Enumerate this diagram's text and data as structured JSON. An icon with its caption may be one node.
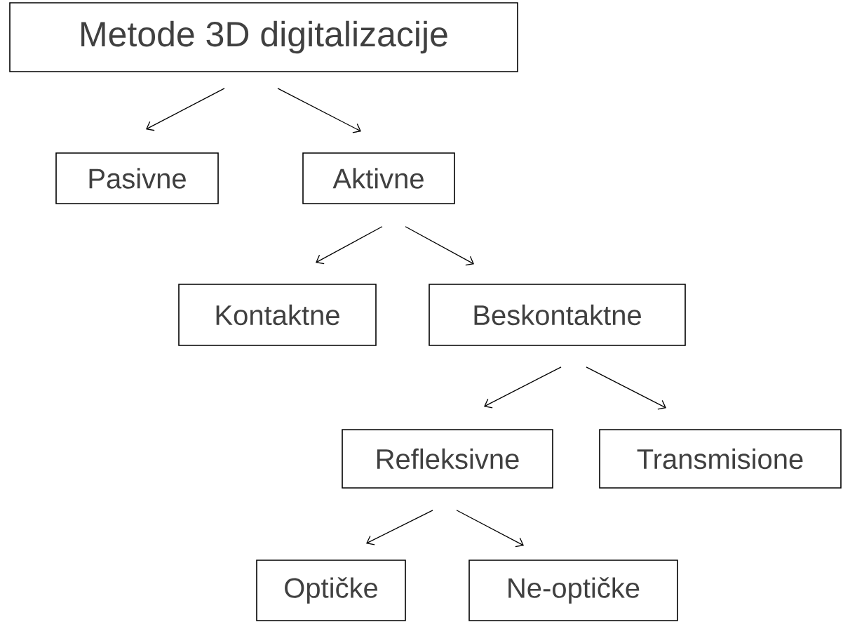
{
  "diagram": {
    "nodes": [
      {
        "text": [
          "Metode 3D digitalizacije"
        ]
      },
      {
        "text": [
          "Pasivne"
        ]
      },
      {
        "text": [
          "Aktivne"
        ]
      },
      {
        "text": [
          "Kontaktne"
        ]
      },
      {
        "text": [
          "Beskontaktne"
        ]
      },
      {
        "text": [
          "Refleksivne"
        ]
      },
      {
        "text": [
          "Transmisione"
        ]
      },
      {
        "text": [
          "Optičke"
        ]
      },
      {
        "text": [
          "Ne-optičke"
        ]
      }
    ],
    "edges": [
      {
        "from": 0,
        "to": 1,
        "arrow": "to"
      },
      {
        "from": 0,
        "to": 2,
        "arrow": "to"
      },
      {
        "from": 2,
        "to": 3,
        "arrow": "to"
      },
      {
        "from": 2,
        "to": 4,
        "arrow": "to"
      },
      {
        "from": 4,
        "to": 5,
        "arrow": "to"
      },
      {
        "from": 4,
        "to": 6,
        "arrow": "to"
      },
      {
        "from": 5,
        "to": 7,
        "arrow": "to"
      },
      {
        "from": 5,
        "to": 8,
        "arrow": "to"
      }
    ]
  }
}
